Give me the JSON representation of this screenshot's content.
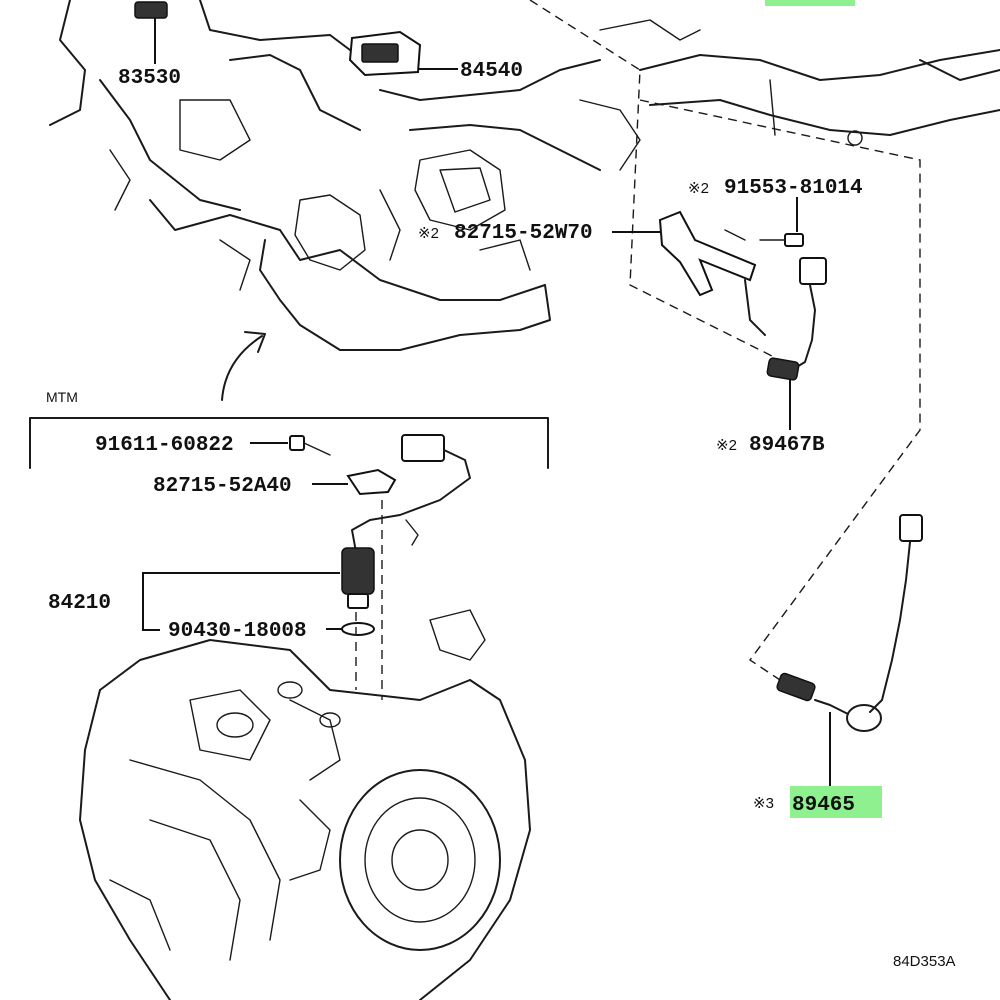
{
  "section_label": "MTM",
  "diagram_code": "84D353A",
  "highlight_color": "#8ef08e",
  "parts": {
    "p83530": "83530",
    "p84540": "84540",
    "p91553": {
      "mark": "※2",
      "number": "91553-81014"
    },
    "p82715_52W70": {
      "mark": "※2",
      "number": "82715-52W70"
    },
    "p89467B": {
      "mark": "※2",
      "number": "89467B"
    },
    "p91611": "91611-60822",
    "p82715_52A40": "82715-52A40",
    "p84210": "84210",
    "p90430": "90430-18008",
    "p89465": {
      "mark": "※3",
      "number": "89465"
    }
  }
}
